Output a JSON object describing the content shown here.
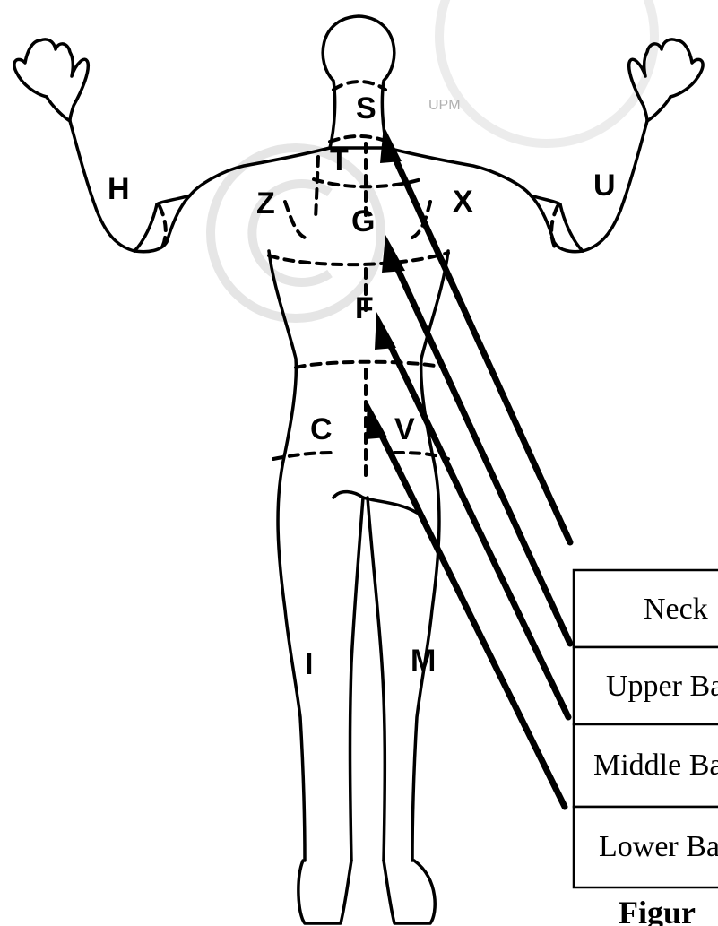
{
  "diagram": {
    "region_labels": {
      "S": "S",
      "T": "T",
      "G": "G",
      "F": "F",
      "C": "C",
      "V": "V",
      "H": "H",
      "U": "U",
      "Z": "Z",
      "X": "X",
      "I": "I",
      "M": "M"
    },
    "legend_boxes": [
      "Neck",
      "Upper Ba",
      "Middle Ba",
      "Lower Ba"
    ],
    "caption": "Figur",
    "watermark": {
      "text": "UPM",
      "symbol": "©"
    }
  }
}
